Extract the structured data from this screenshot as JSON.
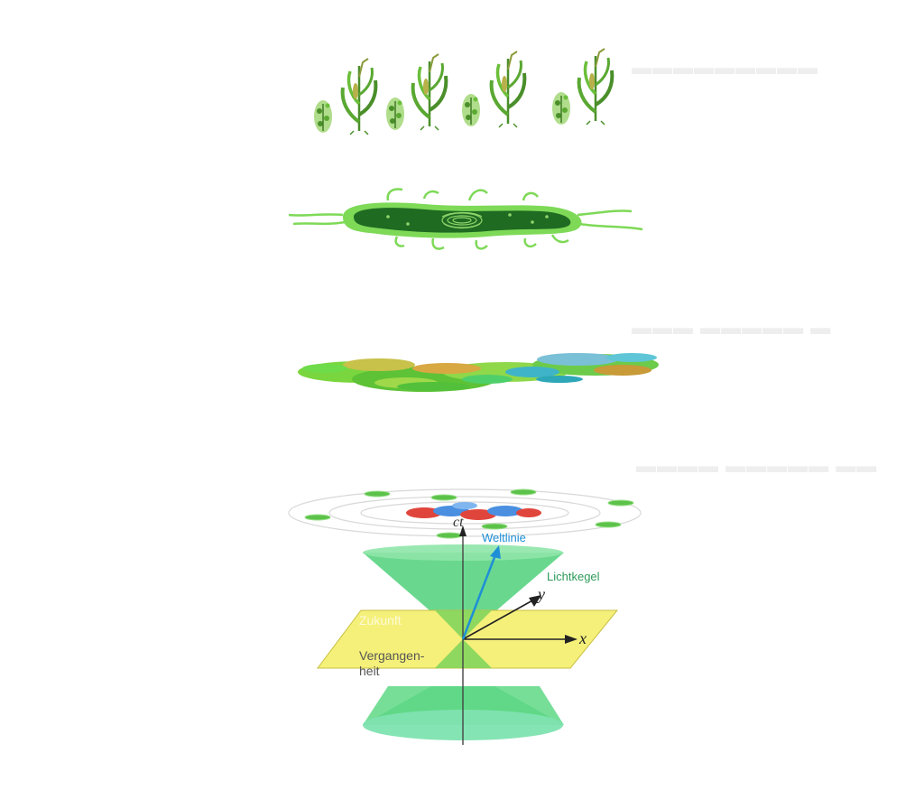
{
  "diagram": {
    "layers": [
      {
        "icon": "plants-icon"
      },
      {
        "icon": "bacterium-icon"
      },
      {
        "icon": "molecule-surface-icon"
      },
      {
        "icon": "atom-icon"
      },
      {
        "icon": "light-cone-icon"
      }
    ],
    "light_cone": {
      "axis_time": "ct",
      "axis_x": "x",
      "axis_y": "y",
      "worldline_label": "Weltlinie",
      "cone_label": "Lichtkegel",
      "past_label_line1": "Vergangen-",
      "past_label_line2": "heit",
      "future_label": "Zukunft"
    },
    "colors": {
      "plant_green": "#4a8f2a",
      "bacterium_dark": "#1f6b22",
      "bacterium_light": "#7ed957",
      "cone_green": "#4fd17a",
      "plane_yellow": "#f5f07a",
      "worldline_blue": "#1e8fd6",
      "proton_red": "#e0453c",
      "neutron_blue": "#4a8fe0",
      "electron_green": "#5cc24a"
    }
  }
}
